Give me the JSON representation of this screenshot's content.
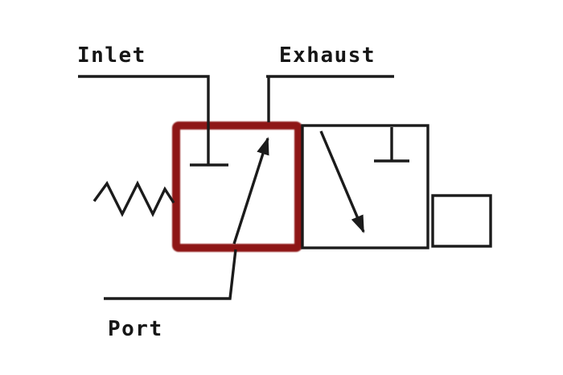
{
  "diagram": {
    "labels": {
      "inlet": "Inlet",
      "exhaust": "Exhaust",
      "port": "Port"
    },
    "colors": {
      "highlight_stroke": "#8e1412",
      "line": "#1b1b1b",
      "text": "#161616",
      "background": "#ffffff"
    }
  }
}
